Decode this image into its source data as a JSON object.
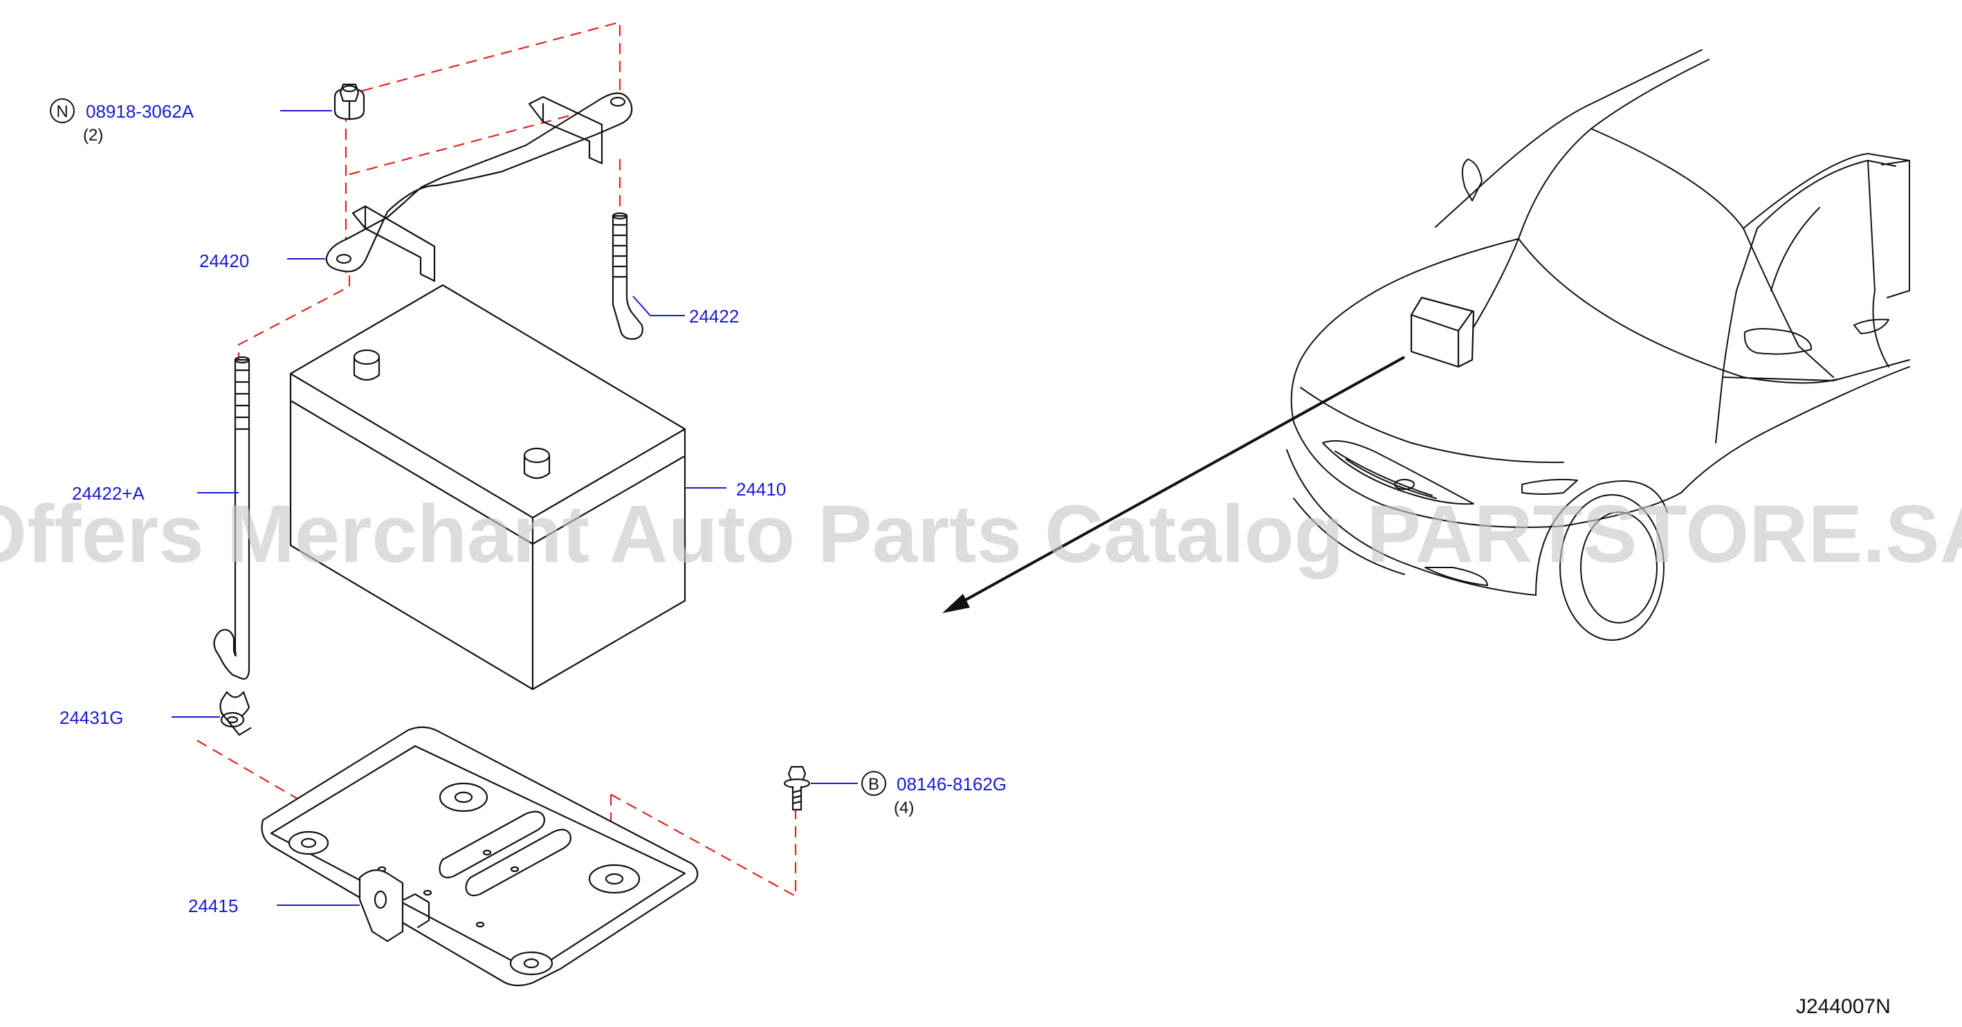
{
  "callouts": [
    {
      "id": "nut",
      "prefix": "N",
      "number": "08918-3062A",
      "qty": "(2)"
    },
    {
      "id": "bracket",
      "number": "24420"
    },
    {
      "id": "rod-right",
      "number": "24422"
    },
    {
      "id": "rod-left",
      "number": "24422+A"
    },
    {
      "id": "battery",
      "number": "24410"
    },
    {
      "id": "clip",
      "number": "24431G"
    },
    {
      "id": "bolt",
      "prefix": "B",
      "number": "08146-8162G",
      "qty": "(4)"
    },
    {
      "id": "tray",
      "number": "24415"
    }
  ],
  "diagram_code": "J244007N",
  "watermark": "Offers Merchant Auto Parts Catalog PARTSTORE.SA",
  "colors": {
    "callout": "#1a1ad6",
    "dashed_guide": "#e02424",
    "line_art": "#111111",
    "watermark": "#c8c8c8"
  }
}
